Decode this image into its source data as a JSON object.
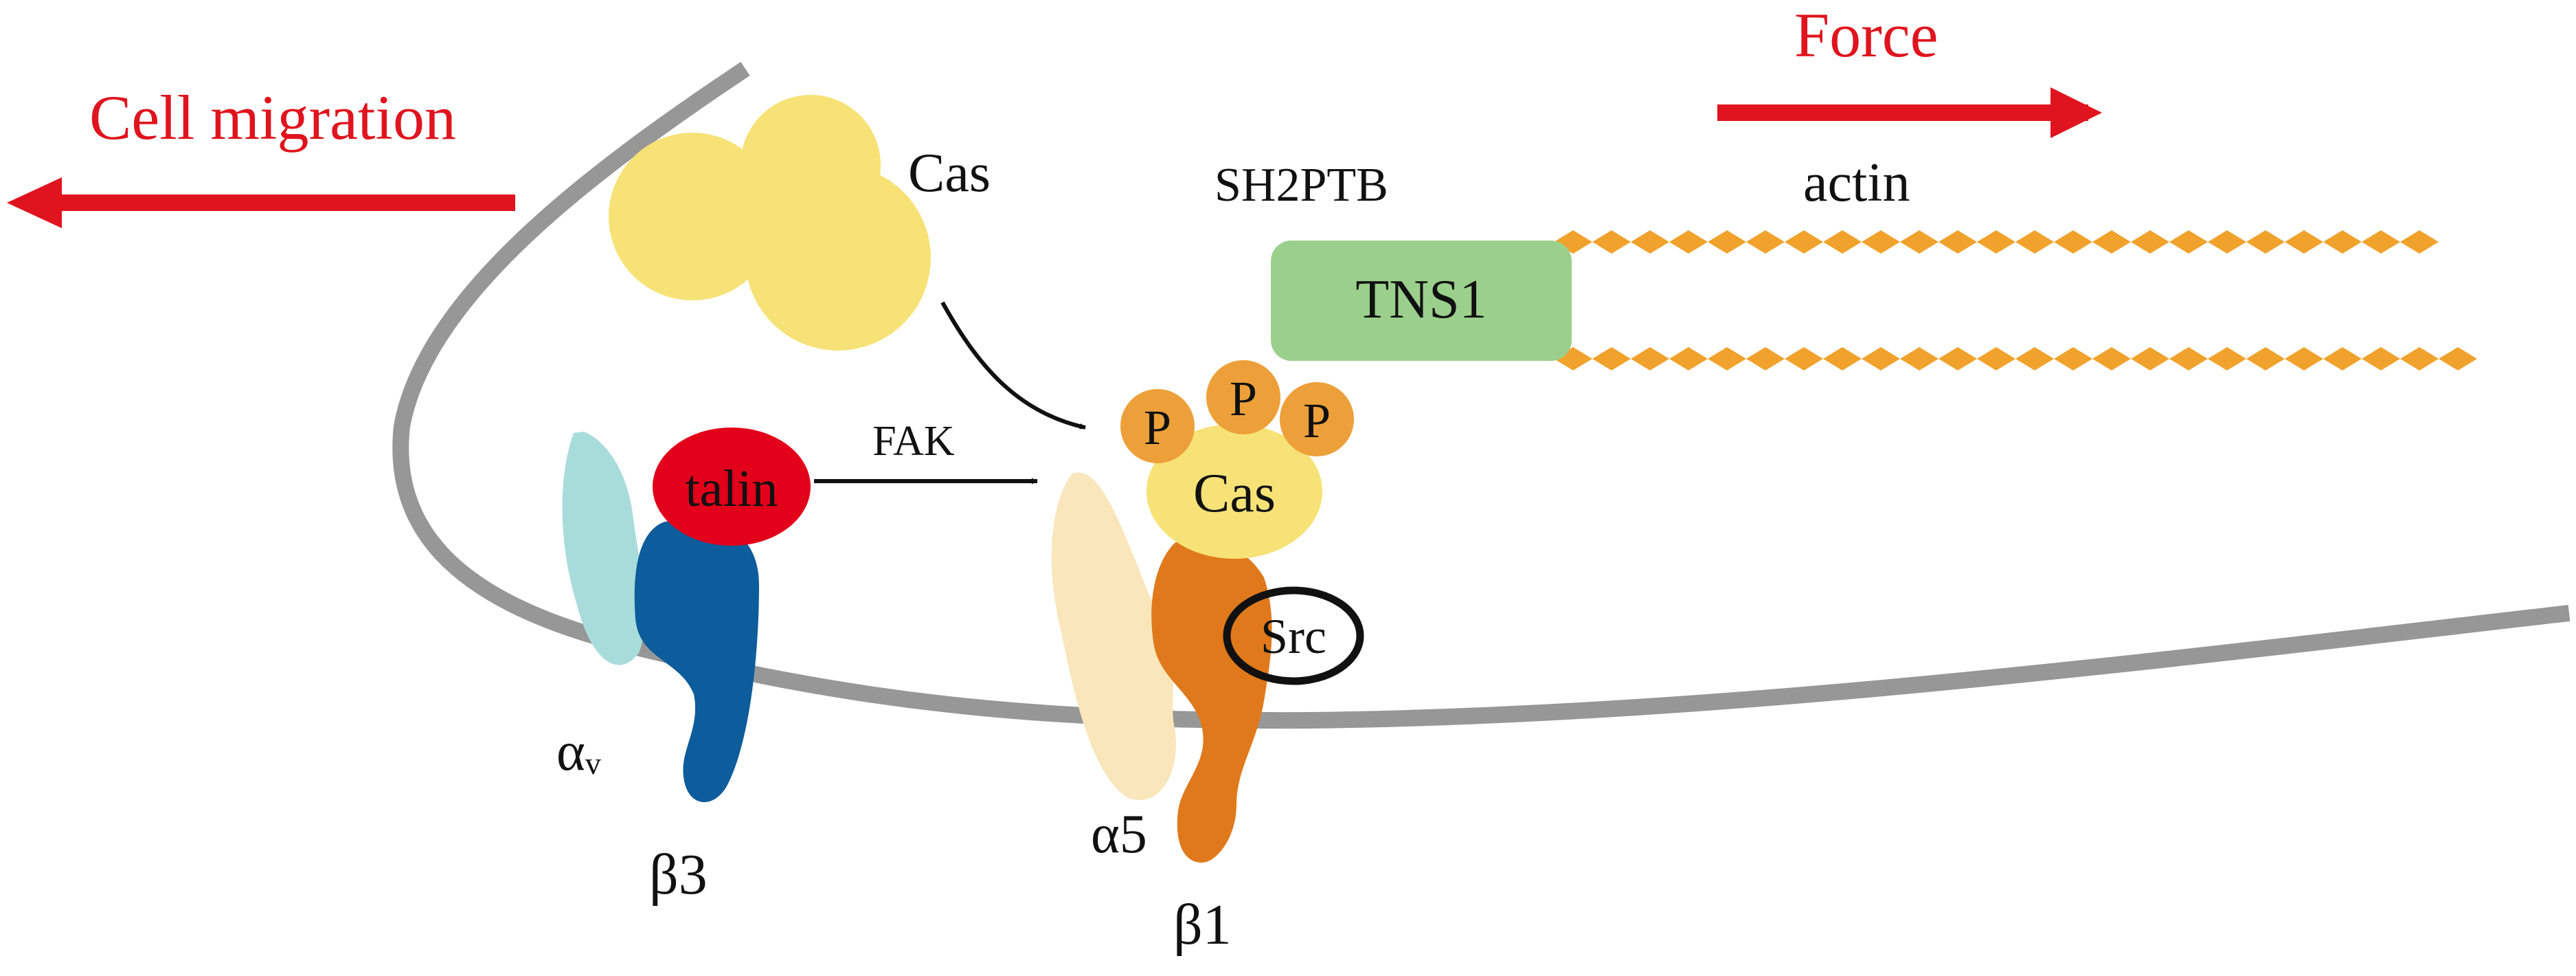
{
  "labels": {
    "cell_migration": "Cell migration",
    "force": "Force",
    "cas_free": "Cas",
    "sh2ptb": "SH2PTB",
    "actin": "actin",
    "tns1": "TNS1",
    "fak": "FAK",
    "talin": "talin",
    "phospho_1": "P",
    "phospho_2": "P",
    "phospho_3": "P",
    "cas_bound": "Cas",
    "src": "Src",
    "alpha_v_main": "α",
    "alpha_v_sub": "v",
    "beta3": "β3",
    "alpha5": "α5",
    "beta1": "β1"
  },
  "colors": {
    "direction_arrow": "#e0141e",
    "membrane": "#979797",
    "cas_free": "#f6e276",
    "cas_bound": "#f6e276",
    "phospho": "#eda039",
    "tns1": "#9bcf8c",
    "actin": "#f0a22c",
    "talin": "#e2001a",
    "alpha_v": "#a8dcdb",
    "beta3": "#0d5c9b",
    "alpha5": "#fae6bb",
    "beta1": "#e0791b",
    "src_ring": "#111111",
    "pathway_arrow": "#111111",
    "text": "#111111"
  }
}
